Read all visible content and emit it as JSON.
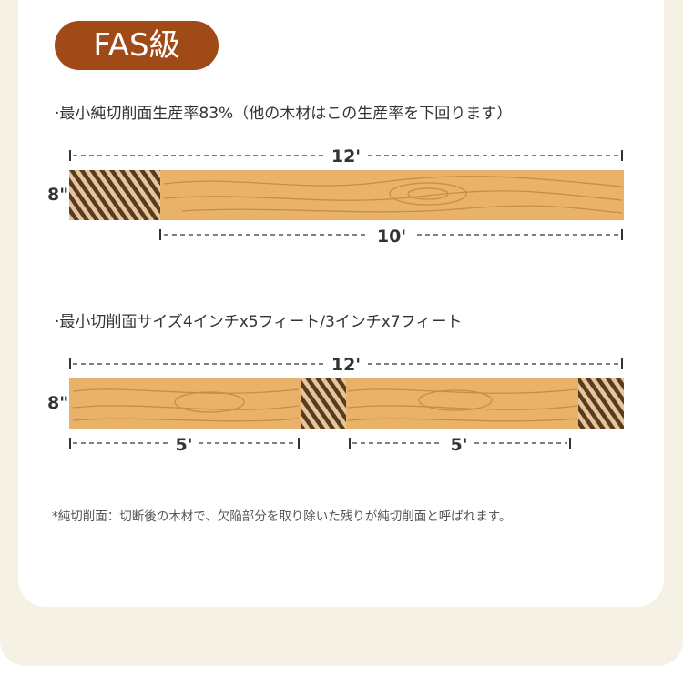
{
  "badge": {
    "label": "FAS級"
  },
  "section1": {
    "text": "·最小純切削面生産率83%（他の木材はこの生産率を下回ります）",
    "board_thickness": "8\"",
    "total_length": "12'",
    "clear_length": "10'"
  },
  "section2": {
    "text": "·最小切削面サイズ4インチx5フィート/3インチx7フィート",
    "board_thickness": "8\"",
    "total_length": "12'",
    "segment1_length": "5'",
    "segment2_length": "5'"
  },
  "footnote": "*純切削面：切断後の木材で、欠陥部分を取り除いた残りが純切削面と呼ばれます。",
  "colors": {
    "badge": "#a04a18",
    "wood": "#e8b26a",
    "wood_grain": "#c98b45",
    "defect": "#5a3a20",
    "outer_bg": "#f6f1e5"
  }
}
